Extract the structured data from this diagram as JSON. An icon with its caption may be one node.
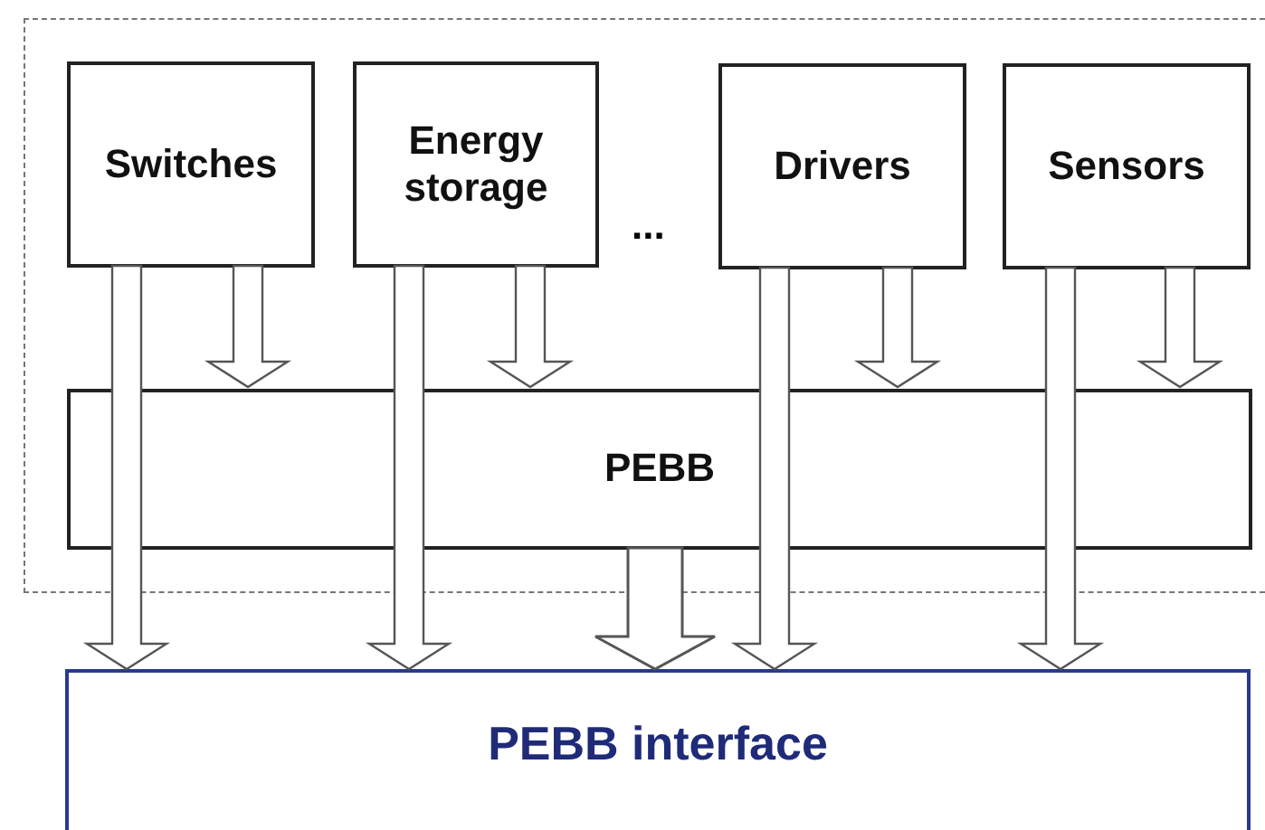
{
  "diagram": {
    "nodes": [
      {
        "text": [],
        "shape": "box"
      },
      {
        "text": [
          "Switches"
        ],
        "in": 0
      },
      {
        "text": [
          "Energy storage"
        ],
        "in": 0
      },
      {
        "text": [
          "Drivers"
        ],
        "in": 0
      },
      {
        "text": [
          "Sensors"
        ],
        "in": 0
      },
      {
        "text": [
          "PEBB"
        ],
        "in": 0
      },
      {
        "text": [
          "PEBB interface"
        ]
      }
    ],
    "edges": [
      {
        "from": 1,
        "to": 5,
        "arrow": "to"
      },
      {
        "from": 1,
        "to": 6,
        "arrow": "to"
      },
      {
        "from": 2,
        "to": 5,
        "arrow": "to"
      },
      {
        "from": 2,
        "to": 6,
        "arrow": "to"
      },
      {
        "from": 3,
        "to": 5,
        "arrow": "to"
      },
      {
        "from": 3,
        "to": 6,
        "arrow": "to"
      },
      {
        "from": 4,
        "to": 5,
        "arrow": "to"
      },
      {
        "from": 4,
        "to": 6,
        "arrow": "to"
      },
      {
        "from": 5,
        "to": 6,
        "arrow": "to",
        "style": "thick"
      }
    ],
    "labels": [
      "..."
    ]
  }
}
